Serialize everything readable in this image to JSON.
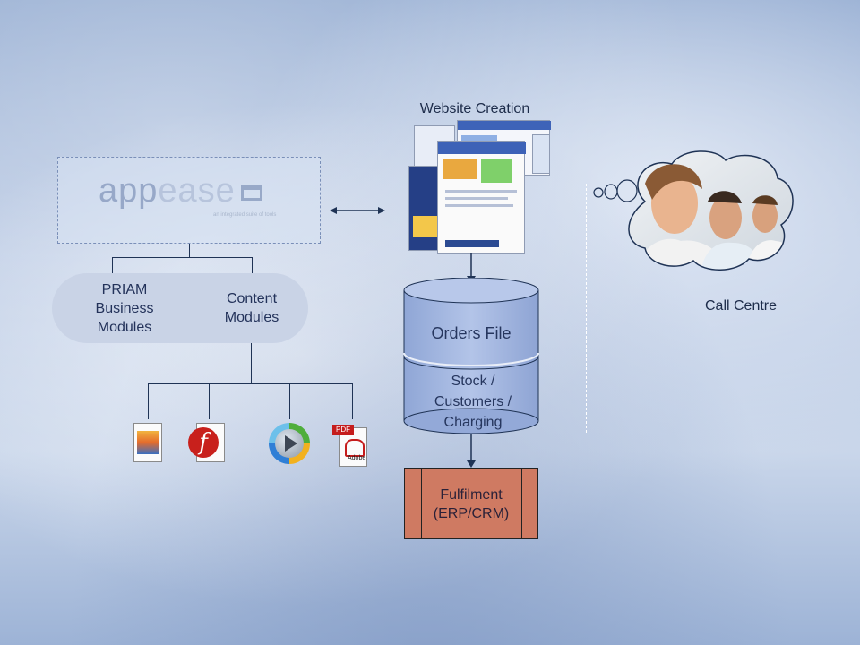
{
  "diagram": {
    "website_creation_label": "Website Creation",
    "appease_logo": {
      "app": "app",
      "ease": "ease",
      "tagline": "an integrated suite of tools"
    },
    "modules": {
      "priam": "PRIAM\nBusiness\nModules",
      "content": "Content\nModules"
    },
    "database": {
      "top": "Orders File",
      "bottom": "Stock /\nCustomers /\nCharging"
    },
    "fulfilment": "Fulfilment\n(ERP/CRM)",
    "call_centre_label": "Call Centre",
    "file_icons": [
      "image-file-icon",
      "flash-file-icon",
      "media-player-icon",
      "pdf-file-icon"
    ],
    "pdf_badge": "PDF",
    "adobe_text": "Adobe",
    "colors": {
      "line": "#1f3355",
      "module_fill": "#c9d3e6",
      "db_fill": "#a9bbe0",
      "fulfilment_fill": "#cf7a62"
    }
  }
}
